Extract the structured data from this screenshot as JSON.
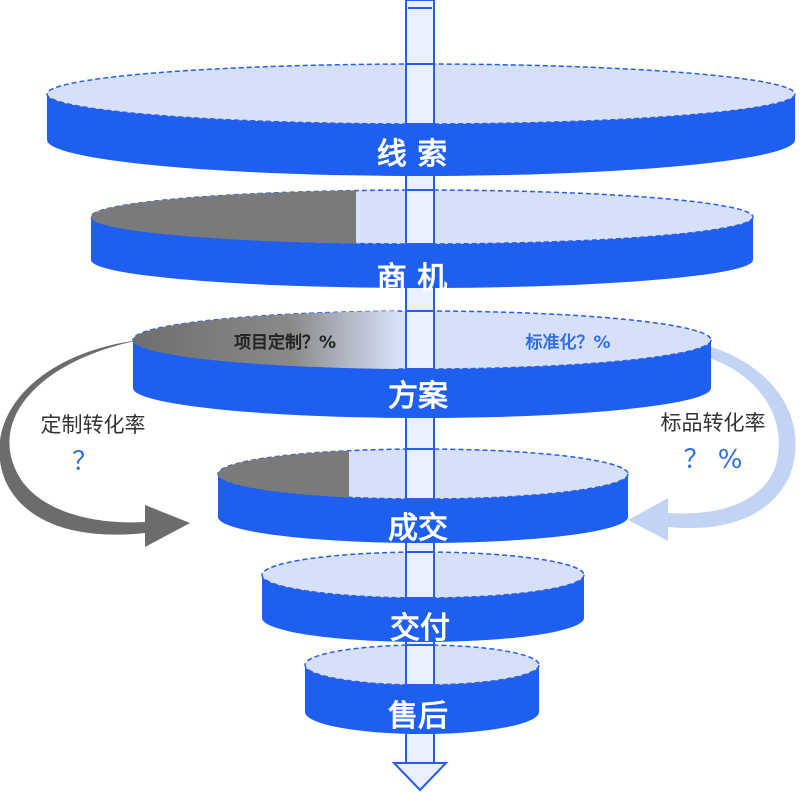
{
  "colors": {
    "blue": "#1f5ff0",
    "top_face": "#d7e0f9",
    "gray": "#7a7a7a",
    "dark_gray": "#666666",
    "light_blue_arrow": "#c3d3f4",
    "dash": "#2a5de8"
  },
  "stages": [
    {
      "label": "线 索"
    },
    {
      "label": "商 机"
    },
    {
      "label": "方案"
    },
    {
      "label": "成交"
    },
    {
      "label": "交付"
    },
    {
      "label": "售后"
    }
  ],
  "solution_split": {
    "custom_label": "项目定制？%",
    "standard_label": "标准化？%"
  },
  "left_rate": {
    "title": "定制转化率",
    "value": "？"
  },
  "right_rate": {
    "title": "标品转化率",
    "value": "？ %"
  },
  "icons": {
    "left_arrow": "curved-arrow-right-icon",
    "right_arrow": "curved-arrow-left-icon",
    "flow_arrow": "down-arrow-icon"
  }
}
